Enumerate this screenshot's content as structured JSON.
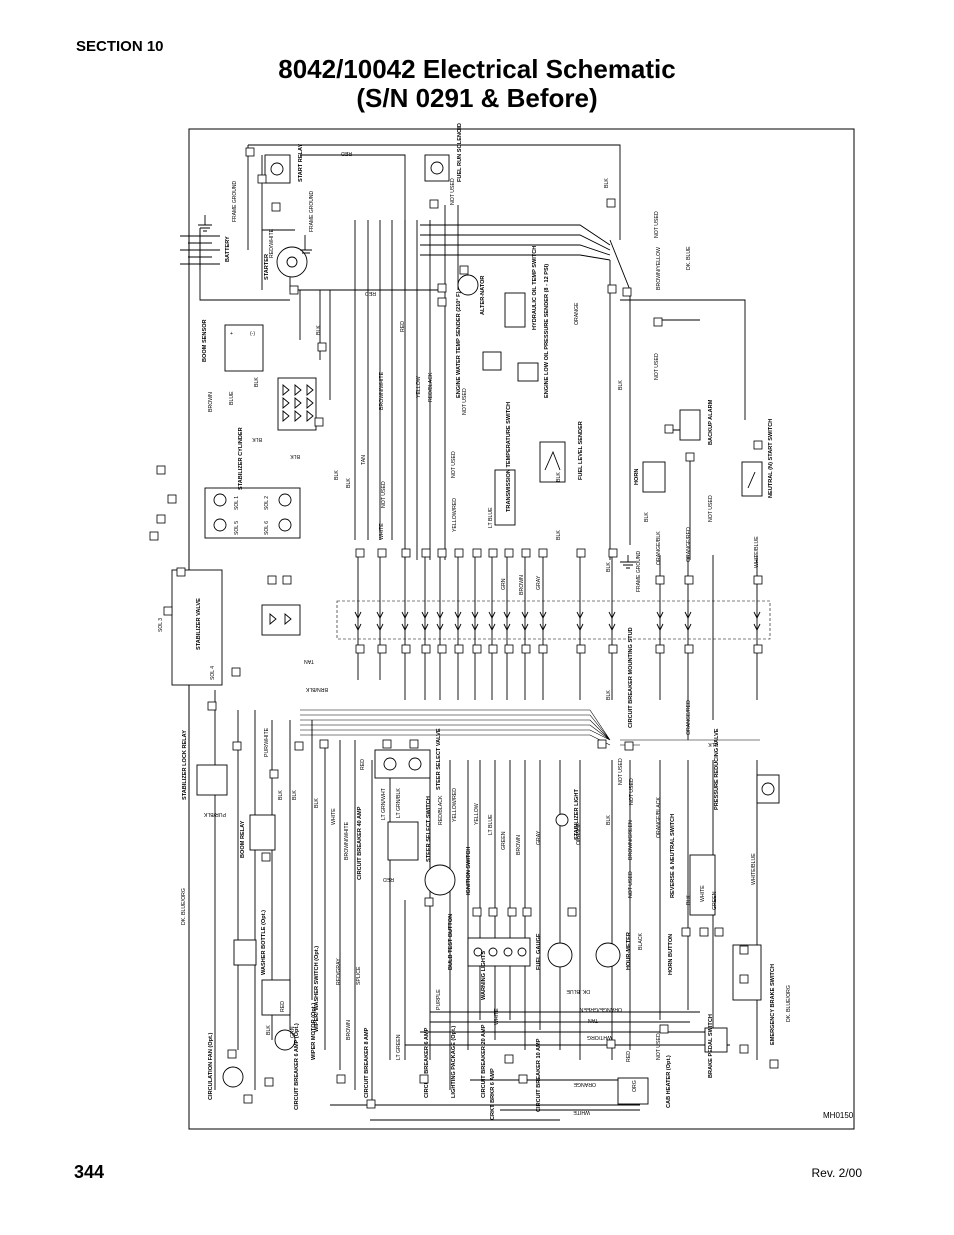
{
  "header": {
    "section": "SECTION 10",
    "title_line1": "8042/10042 Electrical Schematic",
    "title_line2": "(S/N 0291 & Before)"
  },
  "footer": {
    "page_number": "344",
    "revision": "Rev. 2/00"
  },
  "diagram": {
    "drawing_id": "MH0150",
    "components": {
      "battery": "BATTERY",
      "frame_ground_1": "FRAME GROUND",
      "frame_ground_2": "FRAME GROUND",
      "frame_ground_3": "FRAME GROUND",
      "starter": "STARTER",
      "start_relay": "START RELAY",
      "fuel_run_solenoid": "FUEL RUN SOLENOID",
      "alternator": "ALTER-NATOR",
      "hydraulic_oil_temp_switch": "HYDRAULIC OIL TEMP SWITCH",
      "engine_water_temp_sender": "ENGINE WATER TEMP SENDER (210° F)",
      "engine_low_oil_pressure_sender": "ENGINE LOW OIL PRESSURE SENDER (8 - 12 PSI)",
      "transmission_temp_switch": "TRANSMISSION TEMPERATURE SWITCH",
      "fuel_level_sender": "FUEL LEVEL SENDER",
      "horn": "HORN",
      "backup_alarm": "BACKUP ALARM",
      "neutral_start_switch": "NEUTRAL (N) START SWITCH",
      "boom_sensor": "BOOM SENSOR",
      "stabilizer_cylinder": "STABILIZER CYLINDER",
      "sol_1": "SOL 1",
      "sol_2": "SOL 2",
      "sol_5": "SOL 5",
      "sol_6": "SOL 6",
      "sol_3": "SOL 3",
      "sol_4": "SOL 4",
      "stabilizer_valve": "STABILIZER VALVE",
      "stabilizer_lock_relay": "STABILIZER LOCK RELAY",
      "boom_relay": "BOOM RELAY",
      "circuit_breaker_40": "CIRCUIT BREAKER 40 AMP",
      "steer_select_switch": "STEER SELECT SWITCH",
      "steer_select_valve": "STEER SELECT VALVE",
      "ignition_switch": "IGNITION SWITCH",
      "stabilizer_light": "STABILIZER LIGHT",
      "circuit_breaker_stud": "CIRCUIT BREAKER MOUNTING STUD",
      "pressure_reducing_valve": "PRESSURE REDUCING VALVE",
      "reverse_neutral_switch": "REVERSE & NEUTRAL SWITCH",
      "bulb_test_button": "BULB TEST BUTTON",
      "warning_lights": "WARNING LIGHTS",
      "fuel_gauge": "FUEL GAUGE",
      "hour_meter": "HOUR-METER",
      "horn_button": "HORN BUTTON",
      "emergency_brake_switch": "EMERGENCY BRAKE SWITCH",
      "washer_bottle": "WASHER BOTTLE (Opt.)",
      "wiper_washer_switch": "WIPER/ WASHER SWITCH (Opt.)",
      "wiper_motor": "WIPER MOTOR (Opt.)",
      "circulation_fan": "CIRCULATION FAN (Opt.)",
      "cb_wiper_6": "CIRCUIT BREAKER 6 AMP (Opt.)",
      "cb_8": "CIRCUIT BREAKER 8 AMP",
      "cb_6": "CIRCUIT BREAKER 6 AMP",
      "lighting_package": "LIGHTING PACKAGE (Opt.)",
      "cb_20": "CIRCUIT BREAKER 20 AMP",
      "crkt_brkr_6": "CRKT BRKR 6 AMP",
      "cb_10": "CIRCUIT BREAKER 10 AMP",
      "cab_heater": "CAB HEATER (Opt.)",
      "brake_pedal_switch": "BRAKE PEDAL SWITCH"
    },
    "wire_labels": {
      "red": "RED",
      "red_white": "RED/WHITE",
      "blk": "BLK",
      "blue": "BLUE",
      "brown": "BROWN",
      "brown_white": "BROWN/WHITE",
      "yellow": "YELLOW",
      "red_black": "RED/BLACK",
      "not_used": "NOT USED",
      "orange": "ORANGE",
      "brown_yellow": "BROWN/YELLOW",
      "dk_blue": "DK. BLUE",
      "tan": "TAN",
      "white": "WHITE",
      "yellow_red": "YELLOW/RED",
      "lt_blue": "LT BLUE",
      "grn": "GRN",
      "gray": "GRAY",
      "orange_red": "ORANGE/RED",
      "orange_blk": "ORANGE/BLK",
      "white_blue": "WHITE/BLUE",
      "brn_blk": "BRN/BLK",
      "pur_white": "PUR/WHITE",
      "pur_blk": "PUR/BLK",
      "lt_grn_wht": "LT GRN/WHT",
      "lt_grn_blk": "LT GRN/BLK",
      "green": "GREEN",
      "brown_green": "BROWN/GREEN",
      "orange_black": "ORANGE/BLACK",
      "black": "BLACK",
      "dk_blue_org": "DK. BLUE/ORG",
      "red_gray": "RED/GRAY",
      "splice": "SPLICE",
      "purple": "PURPLE",
      "lt_green": "LT GREEN",
      "orange_green": "ORANGE/GREEN",
      "wht_org": "WHT/ORG",
      "dk_blue_orange": "DK. BLUE/ORG",
      "org": "ORG"
    }
  }
}
